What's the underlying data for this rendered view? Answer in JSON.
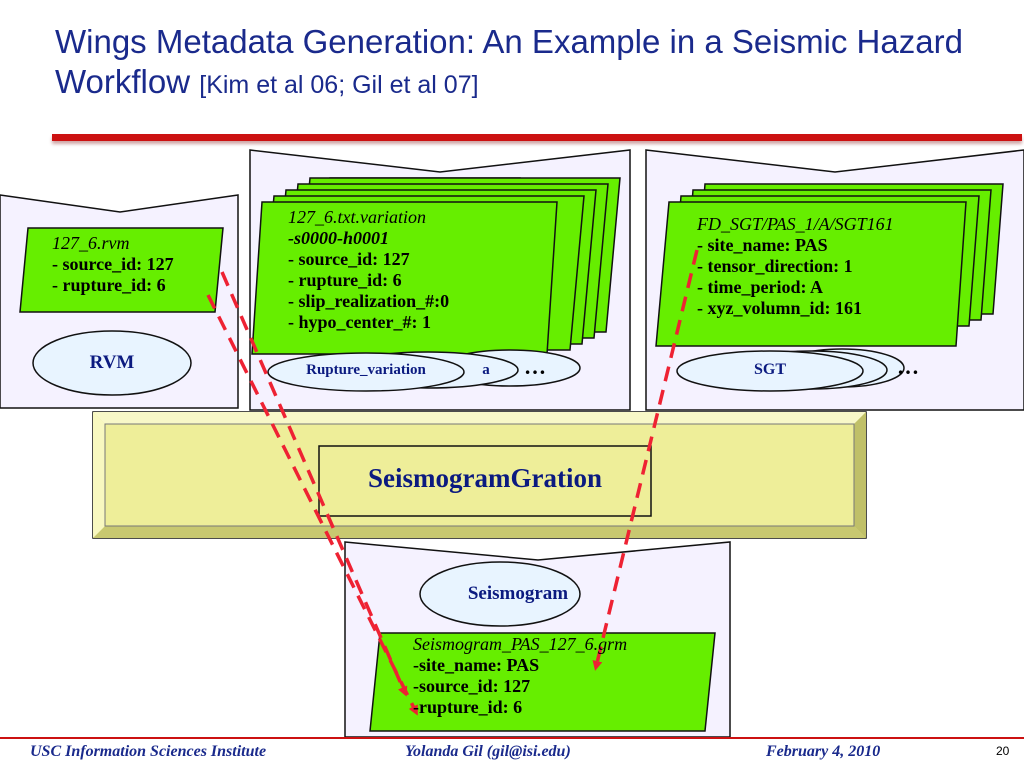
{
  "title": {
    "main": "Wings Metadata Generation: An Example in a Seismic Hazard Workflow",
    "citation": "[Kim et al 06; Gil et al 07]"
  },
  "rvm": {
    "file": "127_6.rvm",
    "lines": [
      "- source_id: 127",
      "- rupture_id: 6"
    ],
    "ellipse_label": "RVM"
  },
  "rupture": {
    "file": "127_6.txt.variation",
    "file2": "-s0000-h0001",
    "lines": [
      "- source_id: 127",
      "- rupture_id: 6",
      "- slip_realization_#:0",
      "- hypo_center_#: 1"
    ],
    "ellipse_label": "Rupture_variation",
    "ellipse_peek": "a",
    "dots": "…"
  },
  "sgt": {
    "file": "FD_SGT/PAS_1/A/SGT161",
    "lines": [
      "- site_name: PAS",
      "- tensor_direction: 1",
      "- time_period: A",
      "- xyz_volumn_id: 161"
    ],
    "ellipse_label": "SGT",
    "dots": "…"
  },
  "component": {
    "label": "SeismogramGration"
  },
  "seismogram": {
    "ellipse_label": "Seismogram",
    "file": "Seismogram_PAS_127_6.grm",
    "lines": [
      "-site_name: PAS",
      "-source_id: 127",
      "-rupture_id: 6"
    ]
  },
  "footer": {
    "left": "USC Information Sciences Institute",
    "center": "Yolanda Gil (gil@isi.edu)",
    "right": "February 4, 2010",
    "page": "20"
  },
  "colors": {
    "note_fill": "#66ee00",
    "component_fill": "#eeee99",
    "ellipse_fill": "#e8f4ff",
    "title": "#1a2a8c",
    "accent": "#cc1111"
  }
}
